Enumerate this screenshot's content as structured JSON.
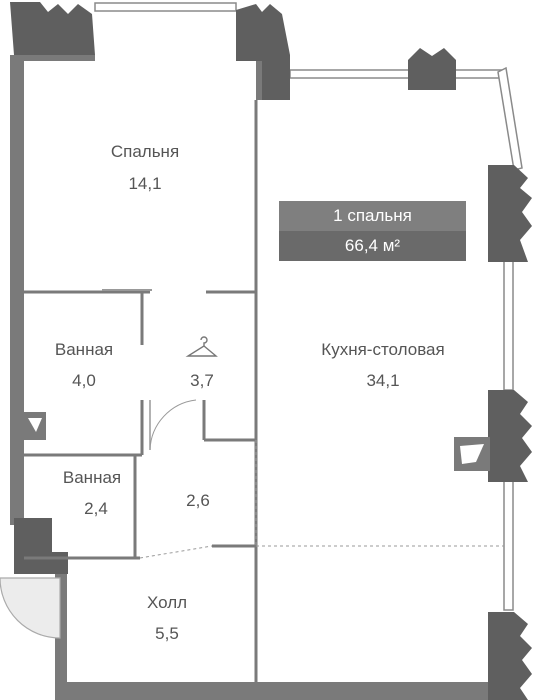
{
  "summary": {
    "bedrooms_label": "1 спальня",
    "area_label": "66,4 м²"
  },
  "rooms": {
    "bedroom": {
      "name": "Спальня",
      "area": "14,1"
    },
    "bath1": {
      "name": "Ванная",
      "area": "4,0"
    },
    "closet": {
      "name": "",
      "area": "3,7"
    },
    "kitchen": {
      "name": "Кухня-столовая",
      "area": "34,1"
    },
    "bath2": {
      "name": "Ванная",
      "area": "2,4"
    },
    "corridor": {
      "name": "",
      "area": "2,6"
    },
    "hall": {
      "name": "Холл",
      "area": "5,5"
    }
  },
  "icons": {
    "wardrobe": "hanger-icon"
  },
  "colors": {
    "wall": "#7a7a7a",
    "badge_top": "#7f7f7f",
    "badge_bottom": "#6a6a6a"
  }
}
